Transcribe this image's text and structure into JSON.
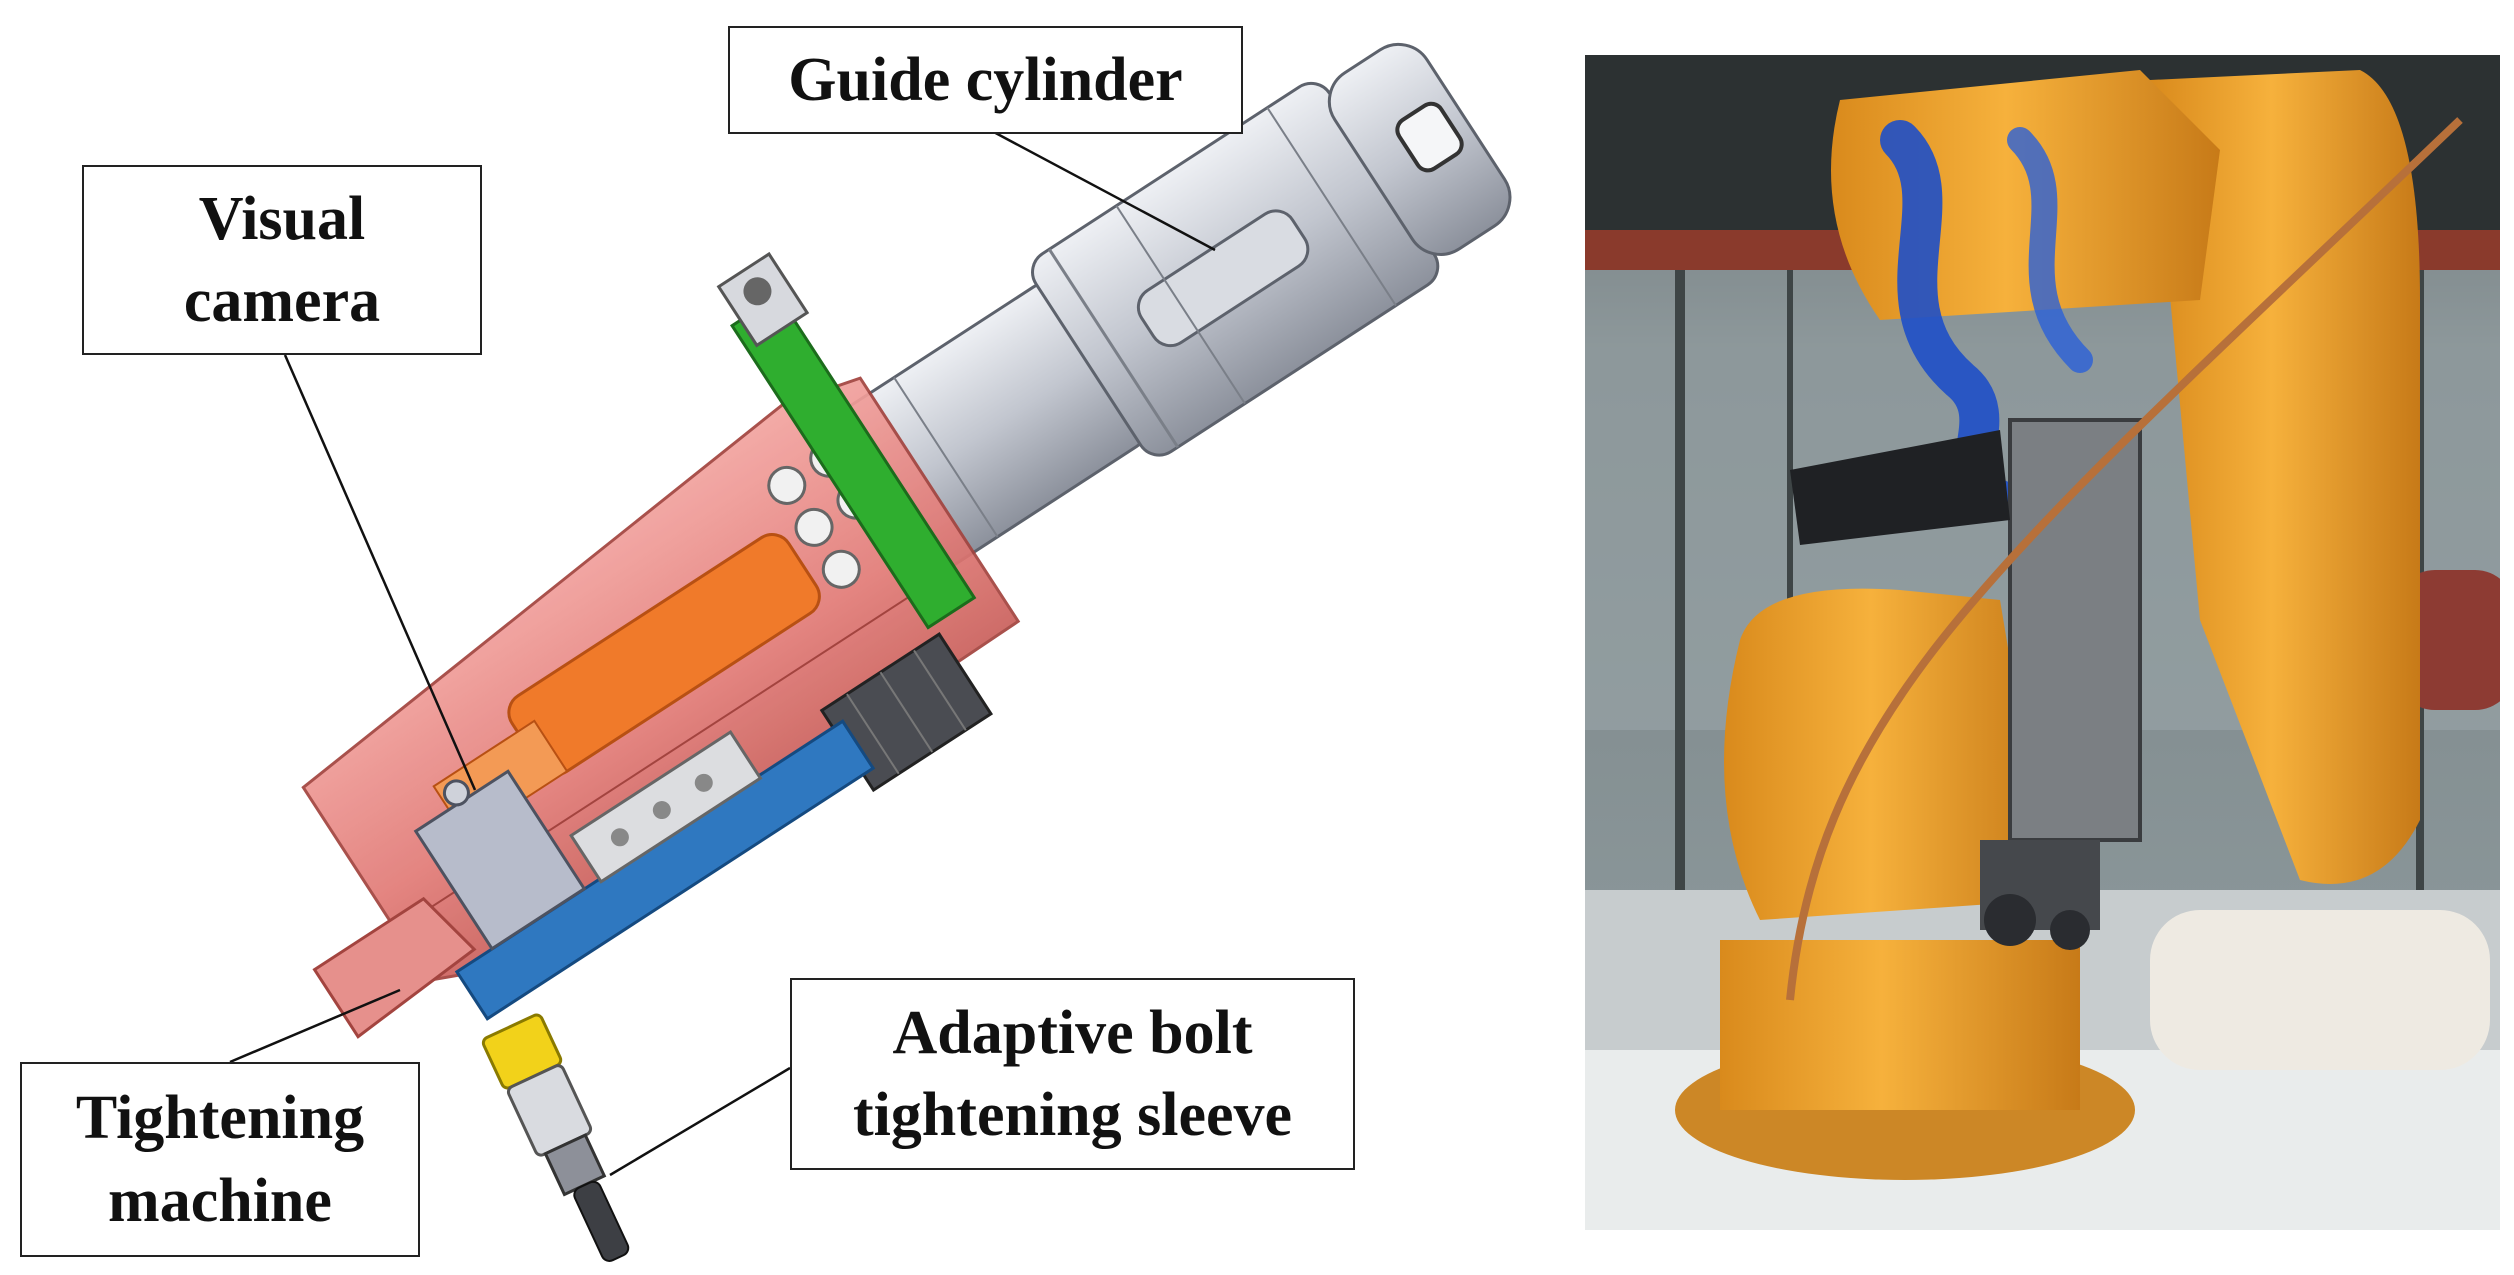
{
  "labels": {
    "guide_cylinder": [
      "Guide cylinder"
    ],
    "visual_camera": [
      "Visual",
      "camera"
    ],
    "tightening_machine": [
      "Tightening",
      "machine"
    ],
    "adaptive_sleeve": [
      "Adaptive bolt",
      "tightening sleeve"
    ]
  },
  "colors": {
    "housing_red": "#e27c78",
    "housing_red_dark": "#b85450",
    "inner_orange": "#f07a2a",
    "mount_green": "#30b030",
    "rail_blue": "#2f78c0",
    "metal_gray": "#c2c6cf",
    "robot_yellow": "#f3a930",
    "factory_bg": "#6b7577"
  },
  "icons": {
    "tool_model": "end-effector-cad-render",
    "photo": "industrial-robot-photo"
  }
}
